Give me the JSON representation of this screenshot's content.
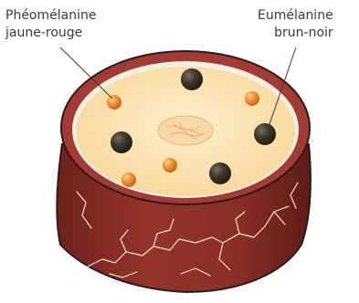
{
  "labels": {
    "pheomelanin": {
      "line1": "Phéomélanine",
      "line2": "jaune-rouge",
      "color": "#e98a26"
    },
    "eumelanin": {
      "line1": "Eumélanine",
      "line2": "brun-noir",
      "color": "#3b2f26"
    }
  },
  "colors": {
    "cylinder_side": "#8a2e26",
    "cylinder_outline": "#2b1b18",
    "top_rim": "#a33a33",
    "cytoplasm": "#fbe2ad",
    "membrane": "#f5f0e6",
    "nucleus": "#f7d9a8",
    "crack": "#f7e9d8"
  }
}
